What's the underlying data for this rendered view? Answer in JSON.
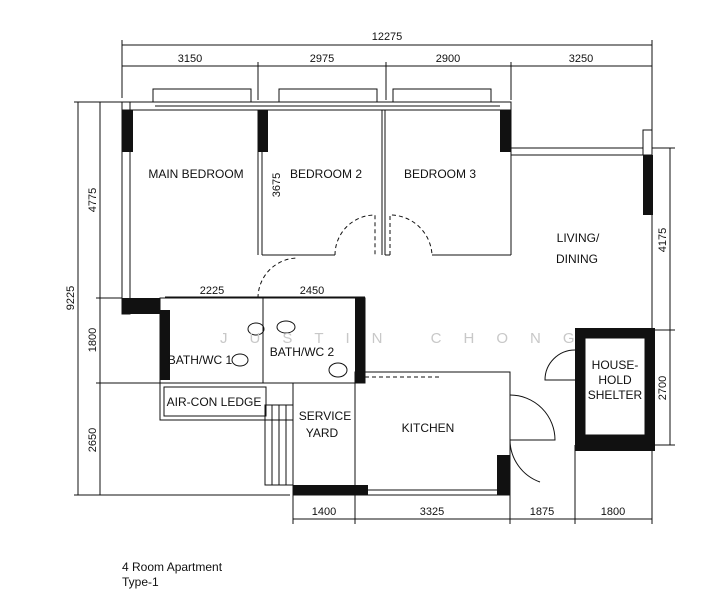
{
  "plan": {
    "dimensions_top": {
      "overall": "12275",
      "segments": [
        "3150",
        "2975",
        "2900",
        "3250"
      ]
    },
    "dimensions_left": {
      "overall": "9225",
      "segments": [
        "4775",
        "1800",
        "2650"
      ]
    },
    "dimensions_right": [
      "4175",
      "2700"
    ],
    "dimensions_bottom": [
      "1400",
      "3325",
      "1875",
      "1800"
    ],
    "dimensions_inner": {
      "bath1_width": "2225",
      "bath2_width": "2450",
      "bedroom2_depth": "3675"
    },
    "rooms": {
      "main_bedroom": "MAIN BEDROOM",
      "bedroom_2": "BEDROOM 2",
      "bedroom_3": "BEDROOM 3",
      "living_line1": "LIVING/",
      "living_line2": "DINING",
      "bath1": "BATH/WC 1",
      "bath2": "BATH/WC 2",
      "aircon": "AIR-CON LEDGE",
      "service_line1": "SERVICE",
      "service_line2": "YARD",
      "kitchen": "KITCHEN",
      "shelter_line1": "HOUSE-",
      "shelter_line2": "HOLD",
      "shelter_line3": "SHELTER"
    },
    "watermark": "JUSTIN CHONG"
  },
  "caption": {
    "line1": "4 Room Apartment",
    "line2": "Type-1"
  }
}
